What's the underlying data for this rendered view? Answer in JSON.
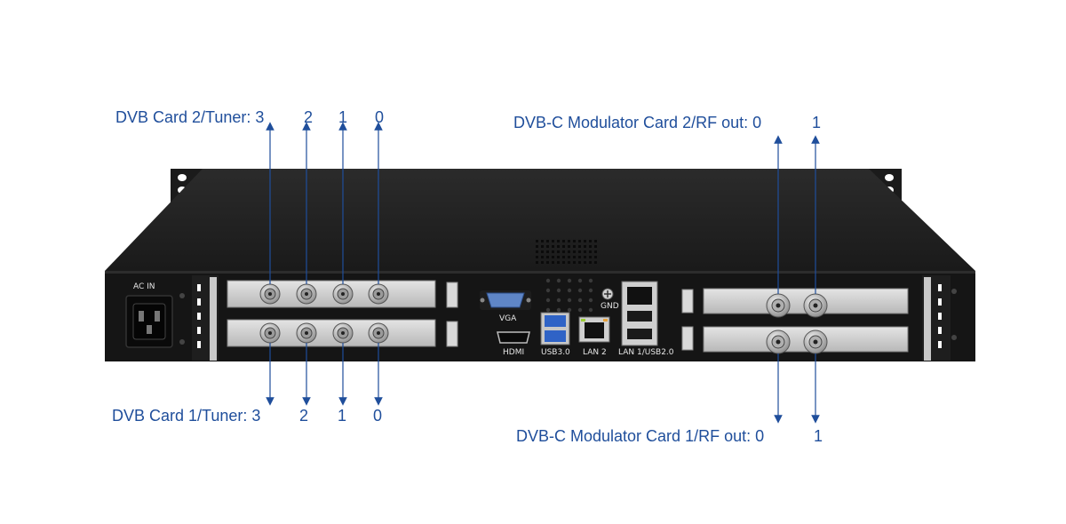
{
  "callouts": {
    "top_left": {
      "prefix": "DVB Card 2/Tuner: 3",
      "n2": "2",
      "n1": "1",
      "n0": "0"
    },
    "bottom_left": {
      "prefix": "DVB Card 1/Tuner: 3",
      "n2": "2",
      "n1": "1",
      "n0": "0"
    },
    "top_right": {
      "prefix": "DVB-C Modulator Card 2/RF out: 0",
      "n1": "1"
    },
    "bottom_right": {
      "prefix": "DVB-C Modulator Card 1/RF out: 0",
      "n1": "1"
    }
  },
  "panel_labels": {
    "ac_in": "AC IN",
    "vga": "VGA",
    "gnd": "GND",
    "hdmi": "HDMI",
    "usb3": "USB3.0",
    "lan2": "LAN 2",
    "lan1_usb2": "LAN 1/USB2.0"
  },
  "colors": {
    "callout_text": "#1f4e9b",
    "callout_line": "#1f4e9b",
    "chassis": "#151515"
  }
}
